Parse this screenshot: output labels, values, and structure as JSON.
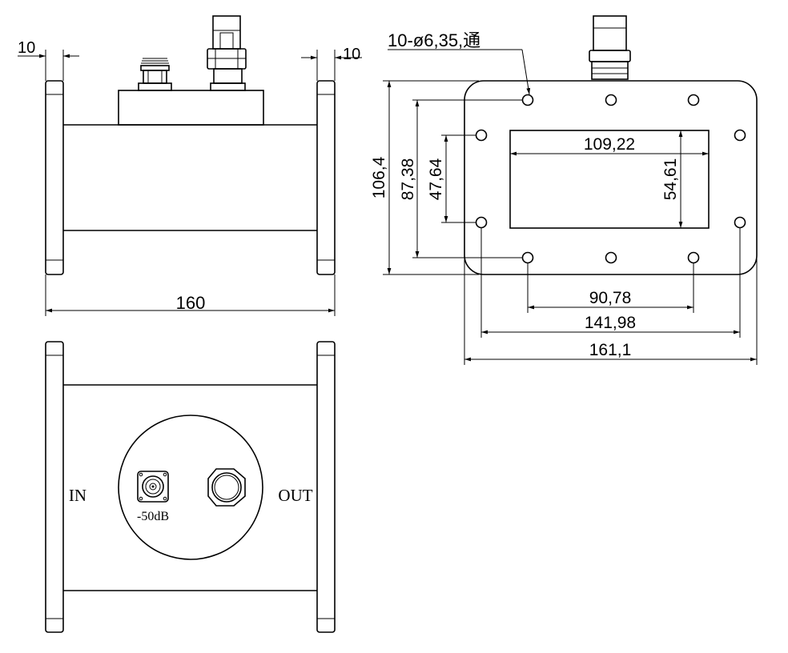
{
  "front_view": {
    "flange_thickness_left": "10",
    "flange_thickness_right": "10",
    "overall_length": "160"
  },
  "flange_view": {
    "hole_callout": "10-ø6,35,通",
    "height_outer": "106,4",
    "hole_spacing_vertical_outer": "87,38",
    "hole_spacing_vertical_inner": "47,64",
    "aperture_width": "109,22",
    "aperture_height": "54,61",
    "hole_spacing_horizontal_inner": "90,78",
    "hole_spacing_horizontal_outer": "141,98",
    "width_outer": "161,1"
  },
  "top_view": {
    "port_in": "IN",
    "port_out": "OUT",
    "coupler_label": "-50dB"
  }
}
